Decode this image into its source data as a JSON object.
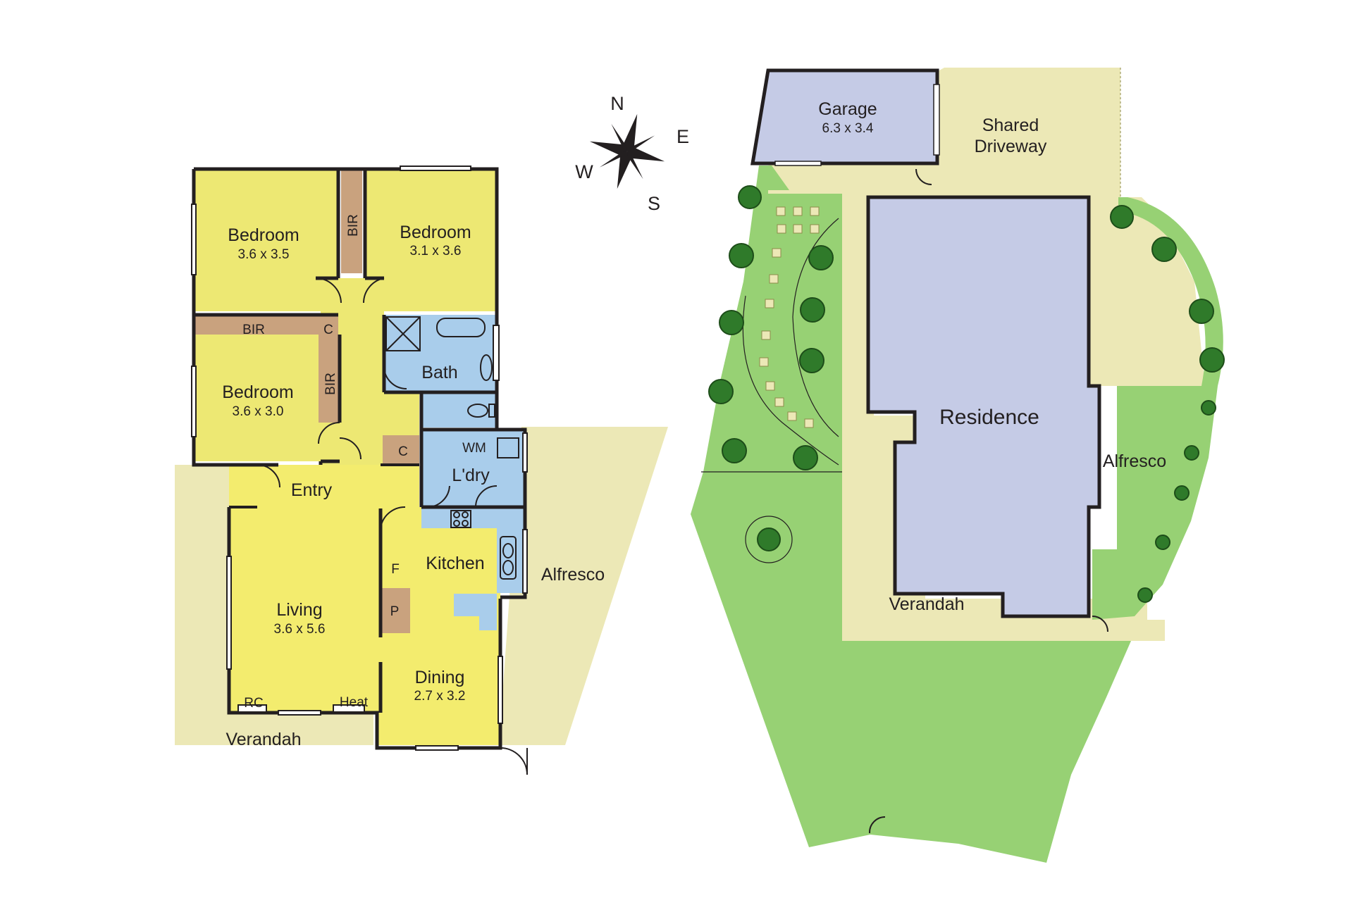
{
  "compass": {
    "north": "N",
    "east": "E",
    "south": "S",
    "west": "W"
  },
  "rooms": {
    "bedroom1": {
      "name": "Bedroom",
      "dims": "3.6 x 3.5"
    },
    "bedroom2": {
      "name": "Bedroom",
      "dims": "3.1 x 3.6"
    },
    "bedroom3": {
      "name": "Bedroom",
      "dims": "3.6 x 3.0"
    },
    "living": {
      "name": "Living",
      "dims": "3.6 x 5.6"
    },
    "dining": {
      "name": "Dining",
      "dims": "2.7 x 3.2"
    },
    "kitchen": {
      "name": "Kitchen"
    },
    "bath": {
      "name": "Bath"
    },
    "laundry": {
      "name": "L'dry"
    },
    "entry": {
      "name": "Entry"
    },
    "garage": {
      "name": "Garage",
      "dims": "6.3 x 3.4"
    }
  },
  "fixtures": {
    "bir": "BIR",
    "cupboard": "C",
    "wm": "WM",
    "fridge": "F",
    "pantry": "P",
    "rc": "RC",
    "heat": "Heat"
  },
  "outdoor": {
    "verandah": "Verandah",
    "alfresco": "Alfresco",
    "shared_driveway_line1": "Shared",
    "shared_driveway_line2": "Driveway",
    "residence": "Residence"
  },
  "colors": {
    "bedroom": "#ede873",
    "living": "#f3ec6e",
    "wet": "#a9cdeb",
    "joinery": "#c9a27e",
    "paving": "#ece8b6",
    "lawn": "#97d174",
    "building": "#c5cbe6",
    "wall": "#231f20"
  }
}
